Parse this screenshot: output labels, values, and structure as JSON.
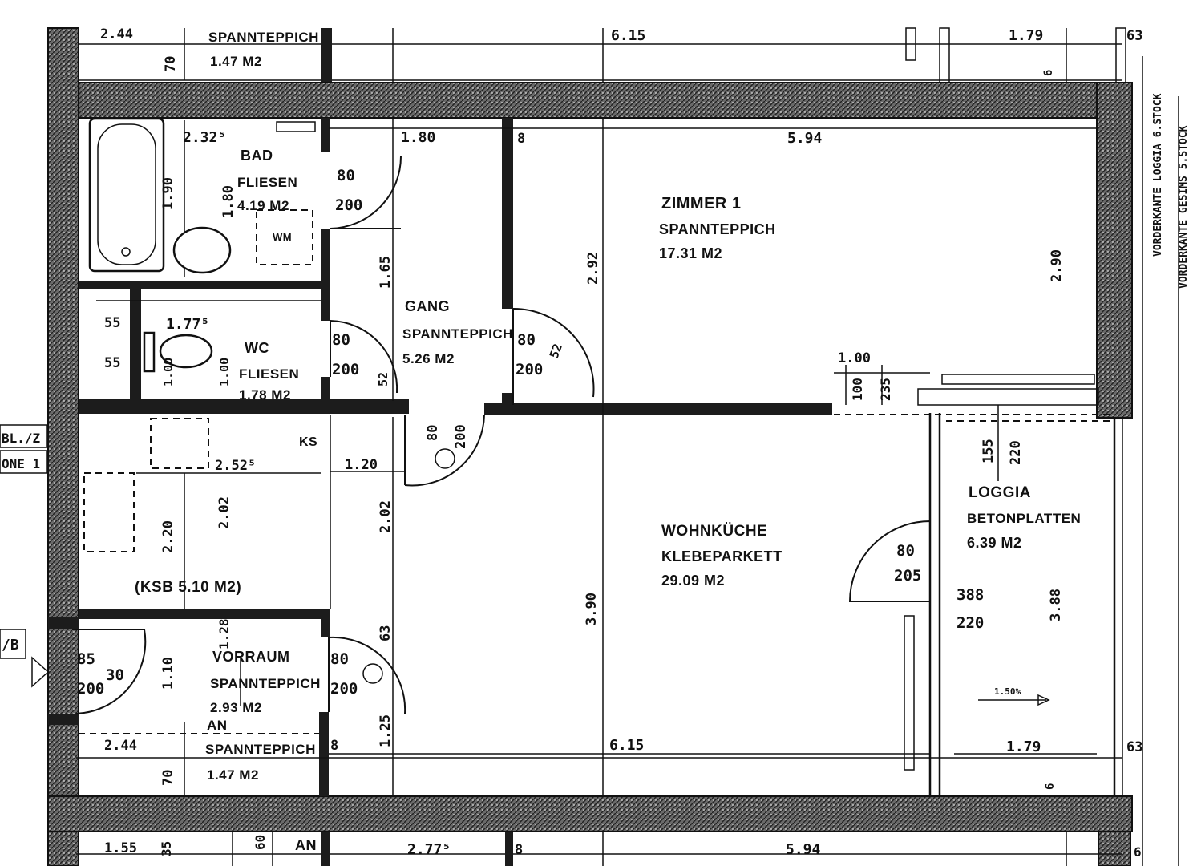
{
  "rooms": {
    "bad": {
      "name": "BAD",
      "floor": "FLIESEN",
      "area": "4.19 M2",
      "washbasin": "WM"
    },
    "wc": {
      "name": "WC",
      "floor": "FLIESEN",
      "area": "1.78 M2"
    },
    "gang": {
      "name": "GANG",
      "floor": "SPANNTEPPICH",
      "area": "5.26 M2"
    },
    "zimmer1": {
      "name": "ZIMMER 1",
      "floor": "SPANNTEPPICH",
      "area": "17.31 M2"
    },
    "wohnkueche": {
      "name": "WOHNKÜCHE",
      "floor": "KLEBEPARKETT",
      "area": "29.09 M2"
    },
    "loggia": {
      "name": "LOGGIA",
      "floor": "BETONPLATTEN",
      "area": "6.39 M2"
    },
    "ksb": {
      "label": "(KSB 5.10 M2)",
      "ks": "KS"
    },
    "vorraum": {
      "name": "VORRAUM",
      "floor": "SPANNTEPPICH",
      "area": "2.93 M2"
    },
    "balcony_top": {
      "floor": "SPANNTEPPICH",
      "area": "1.47 M2"
    },
    "balcony_bottom": {
      "an": "AN",
      "floor": "SPANNTEPPICH",
      "area": "1.47 M2"
    }
  },
  "dimensions": {
    "top_row": [
      "2.44",
      "6.15",
      "1.79",
      "63",
      "6"
    ],
    "top_70": "70",
    "bad_w": "2.32⁵",
    "bad_h1": "1.90",
    "bad_h2": "1.80",
    "gang_w": "1.80",
    "gang_h": "1.65",
    "door_bad": [
      "80",
      "200"
    ],
    "door_wc": [
      "80",
      "200"
    ],
    "door_zimmer": [
      "80",
      "200"
    ],
    "zimmer_w": "5.94",
    "zimmer_h1": "2.92",
    "zimmer_h2": "2.90",
    "wc_w": "1.77⁵",
    "wc_55a": "55",
    "wc_55b": "55",
    "wc_h1": "1.00",
    "wc_h2": "1.00",
    "wc_52": "52",
    "door_zimmer_52": "52",
    "win_100": "1.00",
    "win_a": "100",
    "win_b": "235",
    "ksb_w": "2.52⁵",
    "ksb_120": "1.20",
    "ksb_h1": "2.20",
    "ksb_h2": "2.02",
    "ksb_h3": "2.02",
    "door_ksb": [
      "80",
      "200"
    ],
    "loggia_a": "155",
    "loggia_b": "220",
    "loggia_h": "3.88",
    "door_loggia": [
      "80",
      "205"
    ],
    "win_loggia": [
      "388",
      "220"
    ],
    "wohn_h": "3.90",
    "vorraum_63": "63",
    "vorraum_125": "1.25",
    "door_vorraum": [
      "80",
      "200"
    ],
    "door_entry": [
      "85",
      "200",
      "30"
    ],
    "vorraum_h": "1.10",
    "vorraum_128": "1.28",
    "bottom_row": [
      "2.44",
      "6.15",
      "1.79",
      "63",
      "6"
    ],
    "bottom_70": "70",
    "footer": [
      "1.55",
      "35",
      "60",
      "AN",
      "2.77⁵",
      "8",
      "5.94",
      "6"
    ],
    "slope": "1.50%",
    "marks_8": "8"
  },
  "side_labels": {
    "left_top": "BL./Z",
    "left_mid": "ONE 1",
    "left_door": "/B",
    "right_1": "VORDERKANTE LOGGIA 6.STOCK",
    "right_2": "VORDERKANTE GESIMS 5.STOCK"
  }
}
